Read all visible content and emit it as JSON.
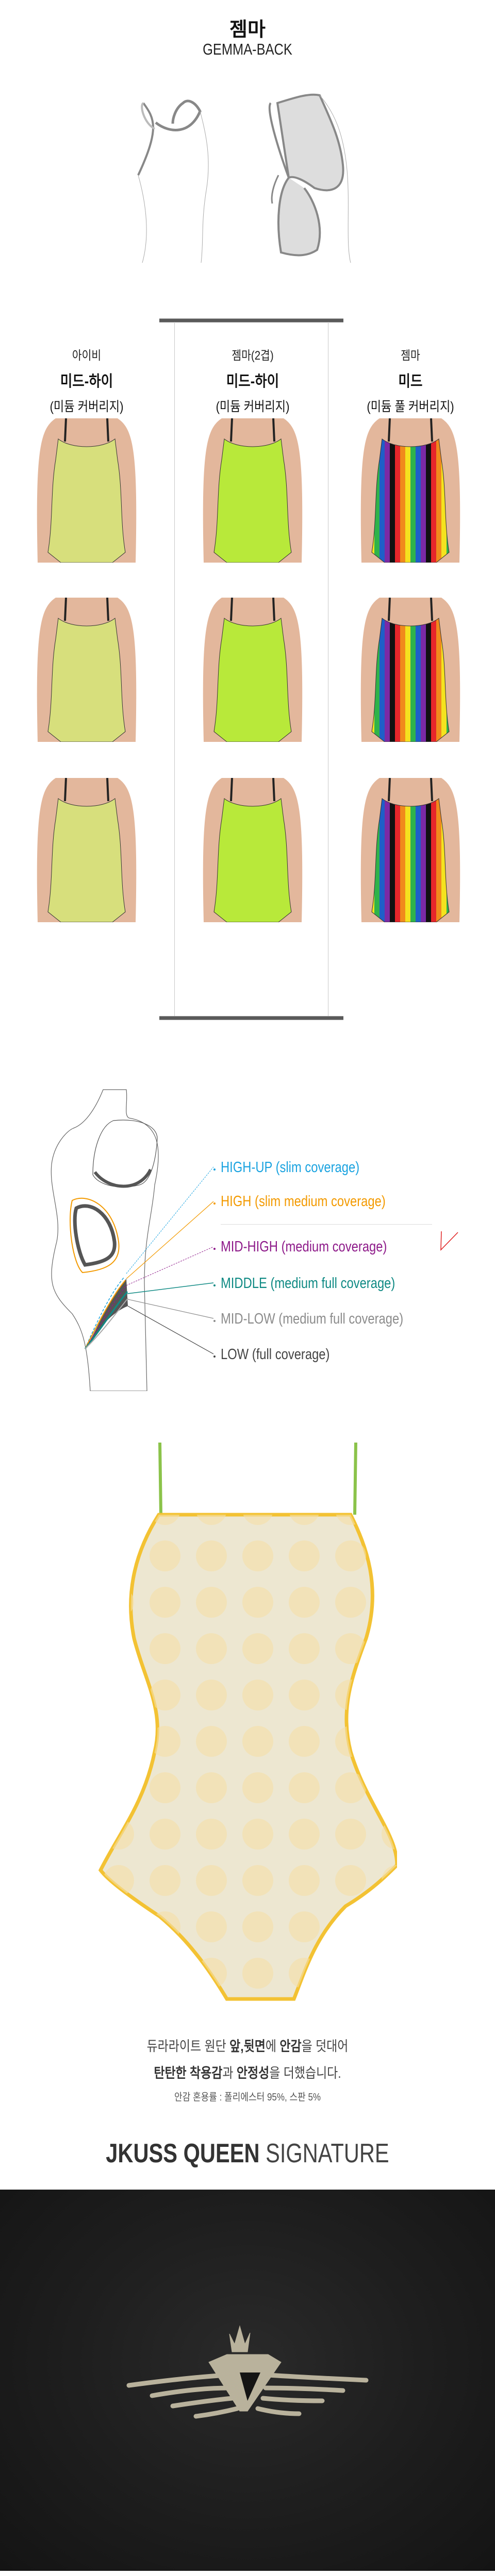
{
  "header": {
    "title": "젬마",
    "subtitle": "GEMMA-BACK"
  },
  "comparison": {
    "columns": [
      {
        "brand": "아이비",
        "level": "미드-하이",
        "coverage": "(미듐 커버리지)",
        "suit_color": "#d7df7c"
      },
      {
        "brand": "젬마(2겹)",
        "level": "미드-하이",
        "coverage": "(미듐 커버리지)",
        "suit_color": "#b8e93a"
      },
      {
        "brand": "젬마",
        "level": "미드",
        "coverage": "(미듐 풀 커버리지)",
        "suit_color": "rainbow-stripes"
      }
    ]
  },
  "coverage_chart": {
    "levels": [
      {
        "label": "HIGH-UP (slim coverage)",
        "color": "#1aa3e0"
      },
      {
        "label": "HIGH (slim medium coverage)",
        "color": "#f39a00"
      },
      {
        "label": "MID-HIGH (medium coverage)",
        "color": "#8e1b8a"
      },
      {
        "label": "MIDDLE (medium full coverage)",
        "color": "#0f8a84"
      },
      {
        "label": "MID-LOW (medium full coverage)",
        "color": "#8c8c8c"
      },
      {
        "label": "LOW (full coverage)",
        "color": "#444444"
      }
    ]
  },
  "description": {
    "line1": {
      "p1": "듀라라이트 원단 ",
      "b1": "앞,뒷면",
      "p2": "에 ",
      "b2": "안감",
      "p3": "을 덧대어"
    },
    "line2": {
      "b1": "탄탄한 착용감",
      "p1": "과 ",
      "b2": "안정성",
      "p2": "을 더했습니다."
    },
    "line3": "안감 혼용률 : 폴리에스터 95%, 스판 5%"
  },
  "signature": {
    "bold": "JKUSS QUEEN",
    "light": "SIGNATURE"
  }
}
